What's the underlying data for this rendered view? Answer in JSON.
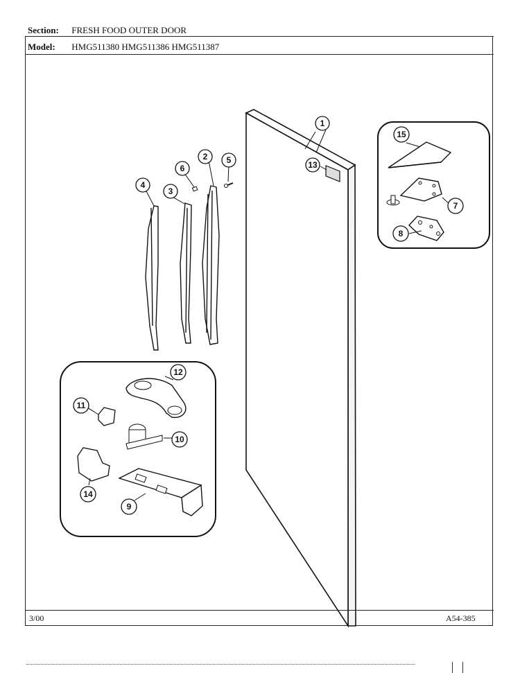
{
  "header": {
    "section_label": "Section:",
    "section_value": "FRESH FOOD OUTER DOOR",
    "model_label": "Model:",
    "model_value": "HMG511380  HMG511386  HMG511387"
  },
  "footer": {
    "date": "3/00",
    "code": "A54-385"
  },
  "callouts": [
    "1",
    "2",
    "3",
    "4",
    "5",
    "6",
    "7",
    "8",
    "9",
    "10",
    "11",
    "12",
    "13",
    "14",
    "15"
  ]
}
